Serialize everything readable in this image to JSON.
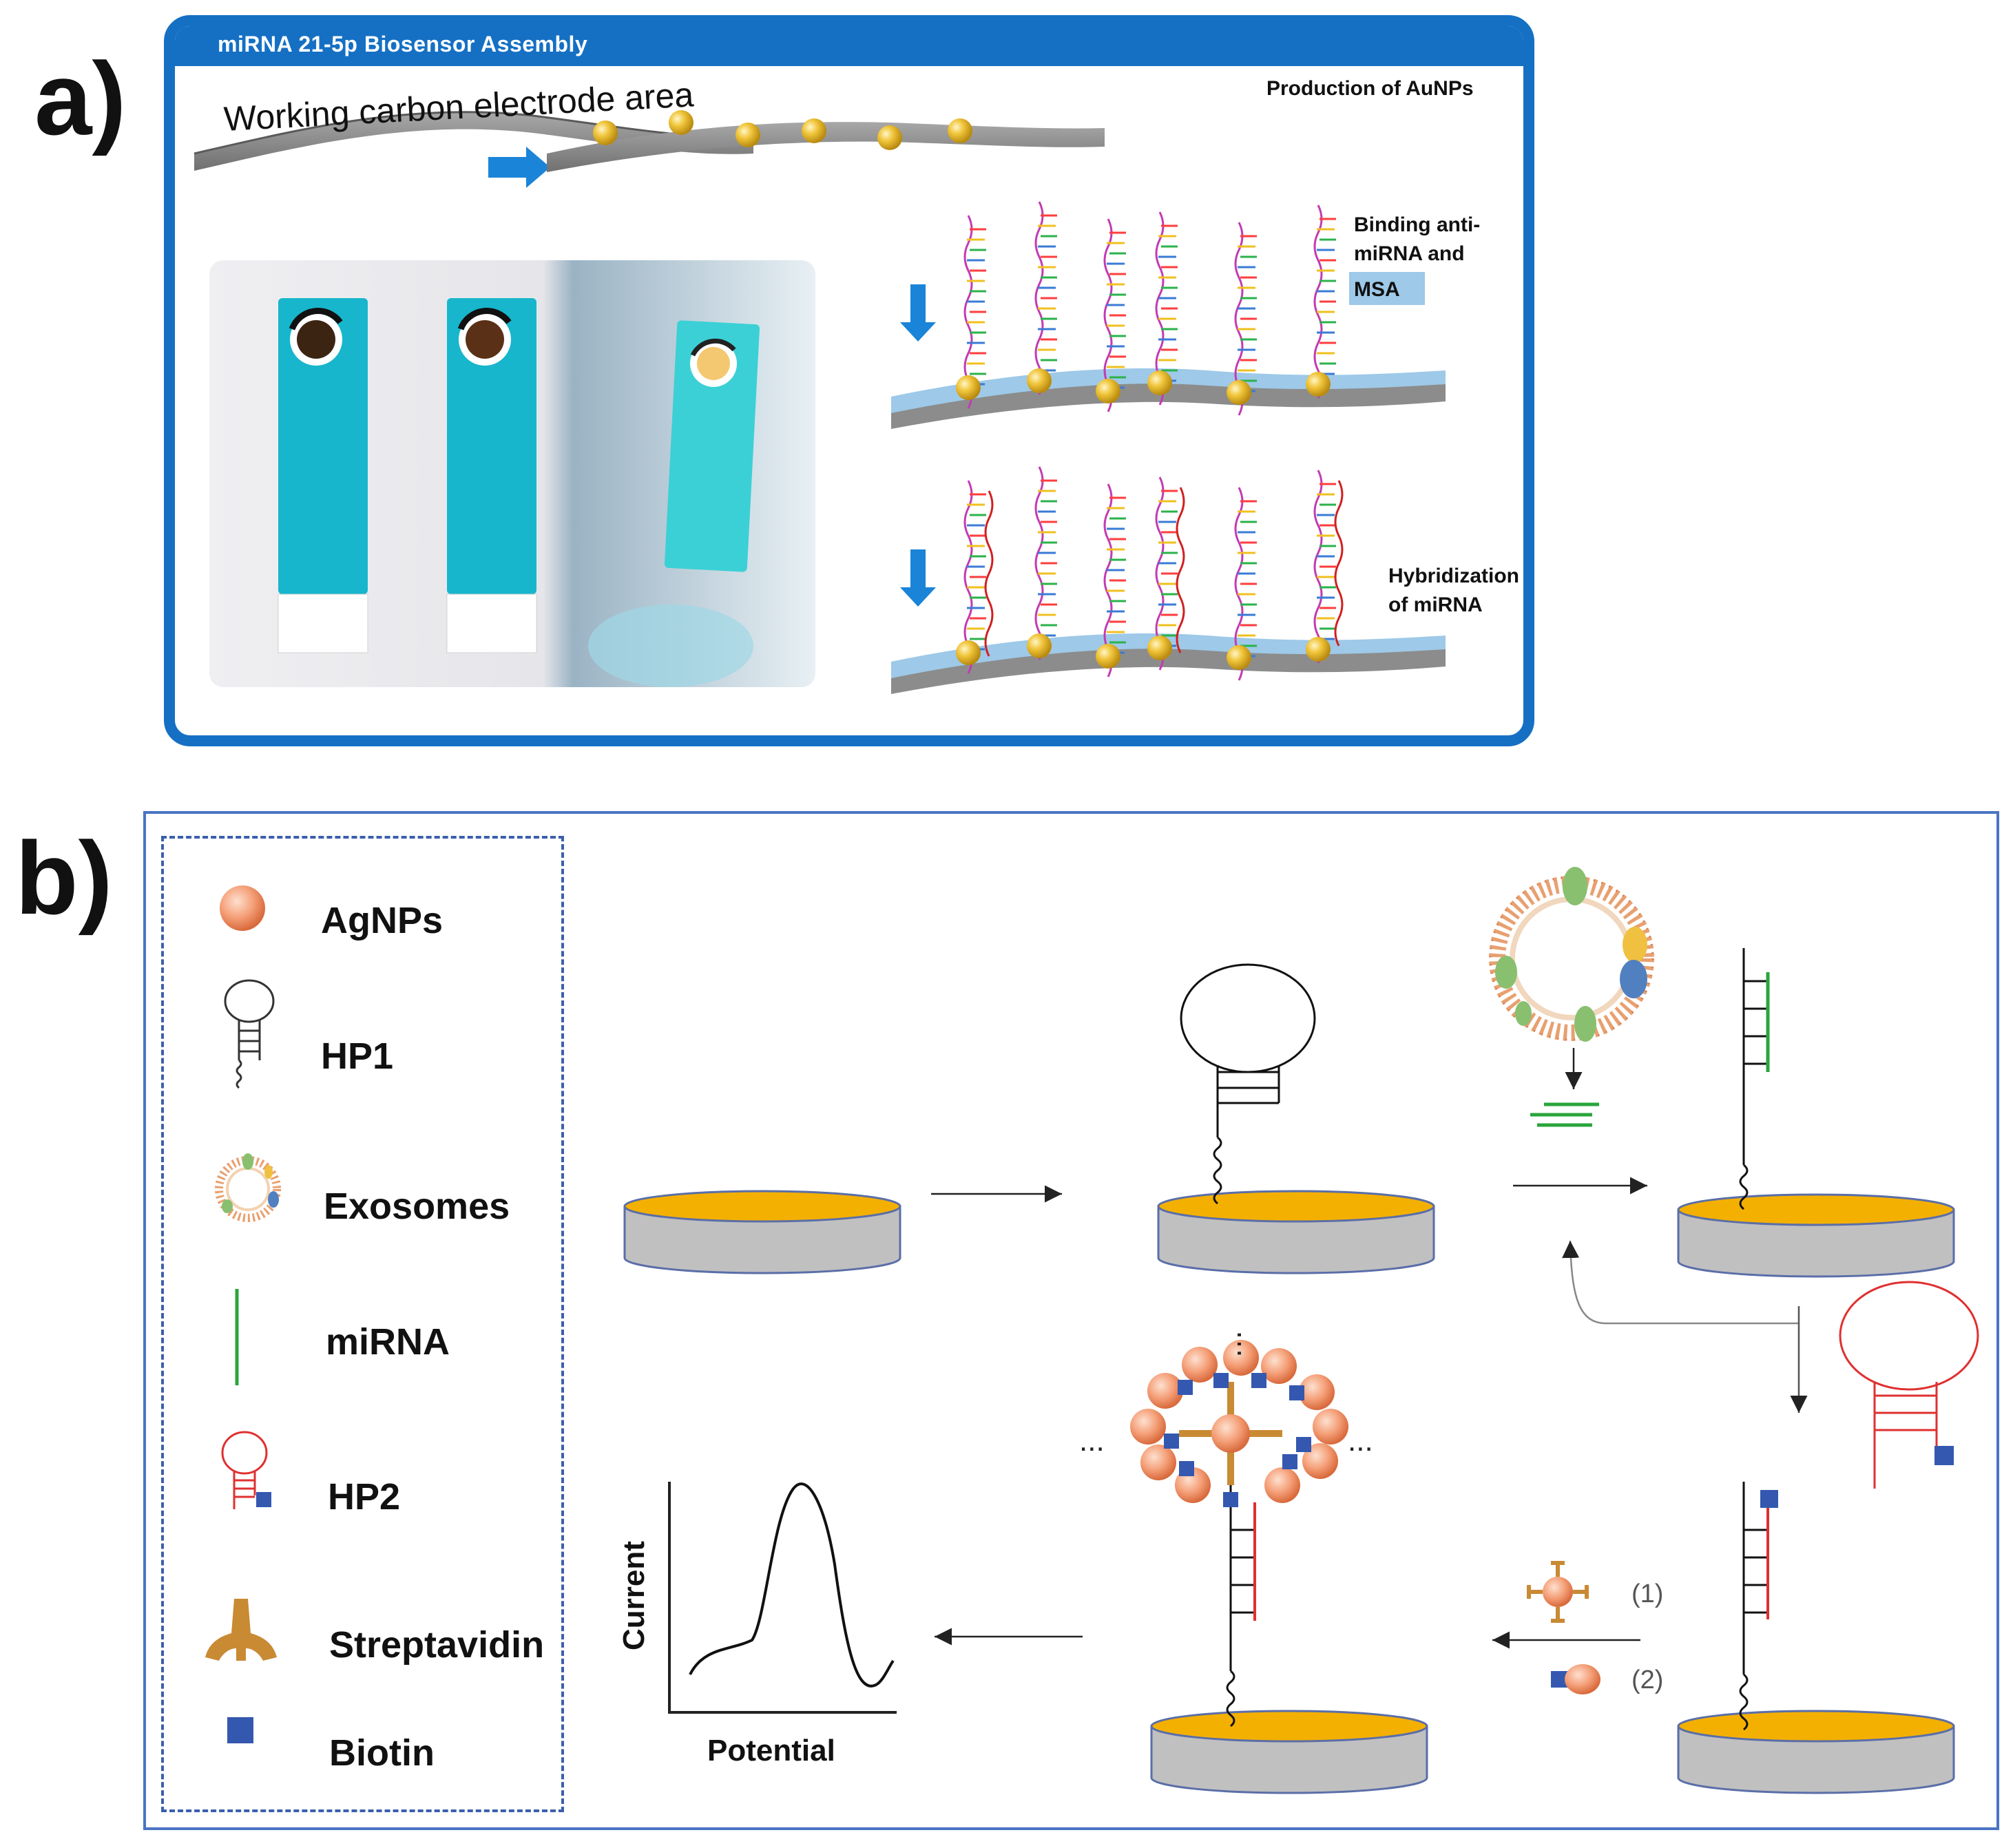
{
  "panel_a": {
    "letter": "a)",
    "title": "miRNA 21-5p Biosensor Assembly",
    "electrode_label": "Working carbon electrode area",
    "steps": [
      {
        "label": "Production of AuNPs"
      },
      {
        "label_lines": [
          "Binding anti-",
          "miRNA and"
        ],
        "highlight": "MSA"
      },
      {
        "label_lines": [
          "Hybridization",
          "of miRNA"
        ]
      }
    ],
    "colors": {
      "frame": "#1570c4",
      "arrow": "#1a84d8",
      "electrode_gray": "#8e8e8e",
      "electrode_blue": "#9ec9e8",
      "gold": "#e8b830"
    }
  },
  "panel_b": {
    "letter": "b)",
    "legend": [
      {
        "icon": "agnp-icon",
        "label": "AgNPs"
      },
      {
        "icon": "hp1-icon",
        "label": "HP1"
      },
      {
        "icon": "exosome-icon",
        "label": "Exosomes"
      },
      {
        "icon": "mirna-icon",
        "label": "miRNA"
      },
      {
        "icon": "hp2-icon",
        "label": "HP2"
      },
      {
        "icon": "streptavidin-icon",
        "label": "Streptavidin"
      },
      {
        "icon": "biotin-icon",
        "label": "Biotin"
      }
    ],
    "step_labels": {
      "s1": "(1)",
      "s2": "(2)"
    },
    "plot": {
      "xlabel": "Potential",
      "ylabel": "Current"
    },
    "ellipsis": "...",
    "colors": {
      "gold": "#f4b000",
      "disk_gray": "#c0c0c0",
      "hp2": "#e03030",
      "mirna": "#2aa53c",
      "biotin": "#3458b0",
      "agnp": "#f28f5e",
      "streptavidin": "#c98a34"
    }
  }
}
